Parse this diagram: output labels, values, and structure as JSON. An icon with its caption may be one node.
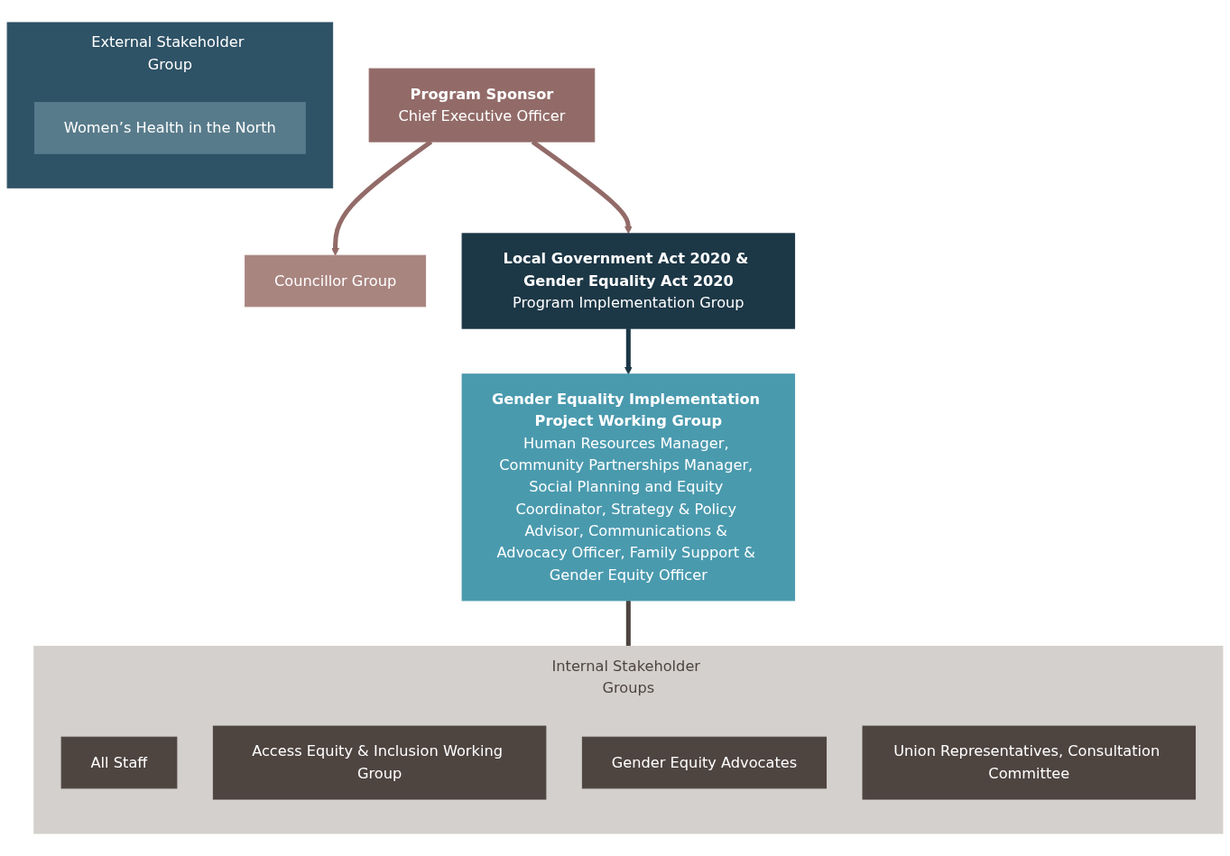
{
  "diagram": {
    "nodes": [
      {
        "text": [
          "Councillor Group"
        ]
      },
      {
        "text": [
          "Program Sponsor",
          "Chief Executive Officer"
        ]
      },
      {
        "text": [
          "Local Government Act 2020 & Gender Equality Act 2020",
          "Program Implementation Group"
        ]
      },
      {
        "text": [
          "External Stakeholder Group"
        ]
      },
      {
        "text": [
          "Women’s Health in the North"
        ],
        "in": 3
      },
      {
        "text": [
          "Gender Equality Implementation Project Working Group",
          "Human Resources Manager, Community Partnerships Manager, Social Planning and Equity Coordinator, Strategy & Policy Advisor, Communications & Advocacy Officer, Family Support & Gender Equity Officer"
        ]
      },
      {
        "text": [
          "Internal Stakeholder Groups"
        ]
      },
      {
        "text": [
          "All Staff"
        ],
        "in": 6
      },
      {
        "text": [
          "Access Equity & Inclusion Working Group"
        ],
        "in": 6
      },
      {
        "text": [
          "Gender Equity Advocates"
        ],
        "in": 6
      },
      {
        "text": [
          "Union Representatives, Consultation Committee"
        ],
        "in": 6
      }
    ],
    "edges": [
      {
        "from": 1,
        "to": 0,
        "arrow": "to",
        "color": "#926b68"
      },
      {
        "from": 1,
        "to": 2,
        "arrow": "to",
        "color": "#926b68"
      },
      {
        "from": 2,
        "to": 5,
        "arrow": "to",
        "color": "#1c3746"
      },
      {
        "from": 5,
        "to": 6,
        "arrow": "none",
        "color": "#4e4440"
      }
    ]
  }
}
